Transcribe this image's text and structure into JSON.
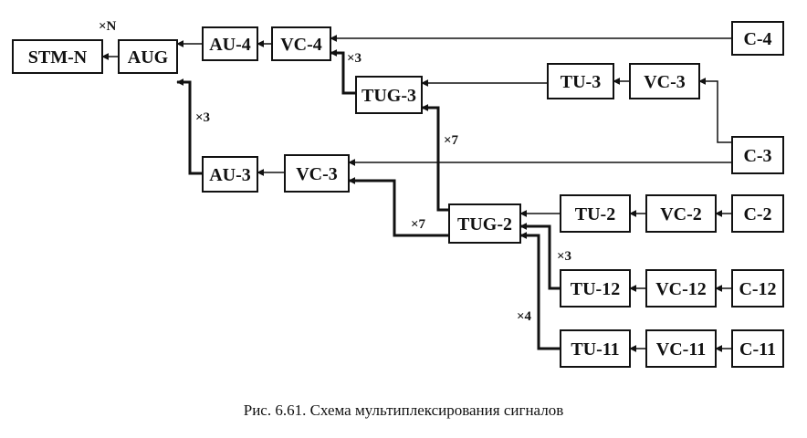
{
  "diagram": {
    "blocks": {
      "stm_n": "STM-N",
      "aug": "AUG",
      "au4": "AU-4",
      "vc4": "VC-4",
      "c4": "C-4",
      "tug3": "TUG-3",
      "tu3": "TU-3",
      "vc3_top": "VC-3",
      "c3": "C-3",
      "au3": "AU-3",
      "vc3_mid": "VC-3",
      "tug2": "TUG-2",
      "tu2": "TU-2",
      "vc2": "VC-2",
      "c2": "C-2",
      "tu12": "TU-12",
      "vc12": "VC-12",
      "c12": "C-12",
      "tu11": "TU-11",
      "vc11": "VC-11",
      "c11": "C-11"
    },
    "multipliers": {
      "aug_to_stm": "×N",
      "au4_to_aug": "×3",
      "tug3_to_vc4": "×3",
      "tug2_to_tug3": "×7",
      "tug2_to_vc3": "×7",
      "tu12_to_tug2": "×3",
      "tu11_to_tug2": "×4"
    },
    "caption": "Рис. 6.61. Схема мультиплексирования сигналов"
  }
}
